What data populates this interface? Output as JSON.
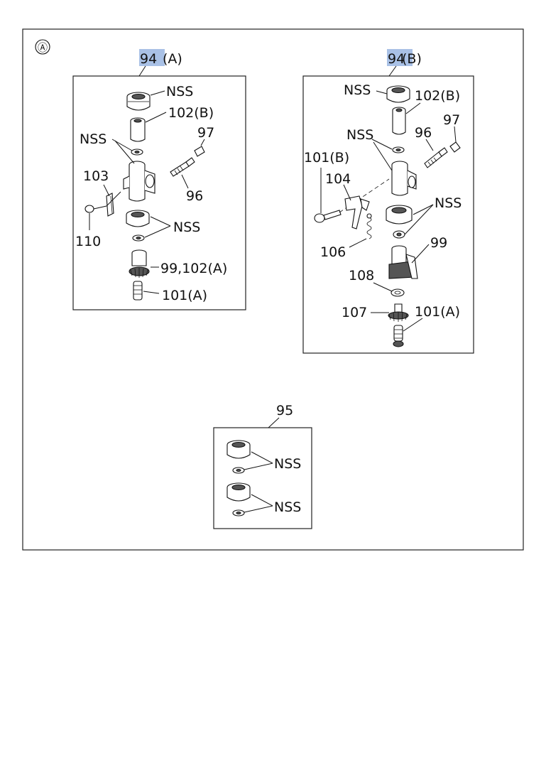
{
  "diagram": {
    "view_marker": "Ⓐ",
    "panels": {
      "left": {
        "ref": "94",
        "variant": "(A)"
      },
      "right": {
        "ref": "94",
        "variant": "(B)"
      },
      "bottom": {
        "ref": "95"
      }
    },
    "labels": {
      "left": {
        "nss_top": "NSS",
        "p102b": "102(B)",
        "nss_mid": "NSS",
        "p97": "97",
        "p103": "103",
        "p96": "96",
        "nss_low": "NSS",
        "p110": "110",
        "p99_102a": "99,102(A)",
        "p101a": "101(A)"
      },
      "right": {
        "nss_top": "NSS",
        "p102b": "102(B)",
        "p97": "97",
        "nss_mid": "NSS",
        "p96": "96",
        "p101b": "101(B)",
        "p104": "104",
        "nss_low": "NSS",
        "p99": "99",
        "p106": "106",
        "p108": "108",
        "p107": "107",
        "p101a": "101(A)"
      },
      "bottom": {
        "nss_1": "NSS",
        "nss_2": "NSS"
      }
    }
  }
}
